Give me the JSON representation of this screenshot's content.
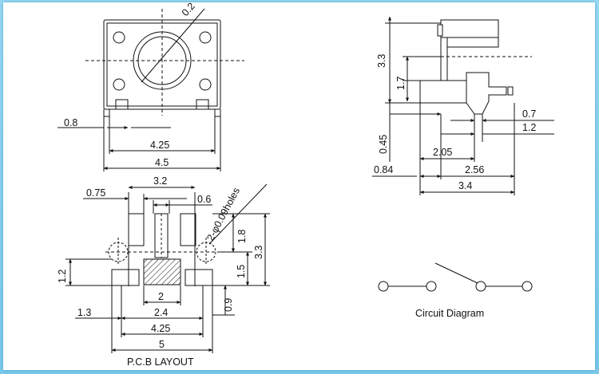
{
  "colors": {
    "frame": "#8ad0ee",
    "sheet": "#ffffff",
    "ink": "#111111"
  },
  "top_view": {
    "dims": {
      "r": "0.2",
      "pitch": "0.8",
      "lead_span": "4.25",
      "width": "4.5"
    }
  },
  "side_view": {
    "dims": {
      "height": "3.3",
      "mid": "1.7",
      "off1": "0.7",
      "off2": "1.2",
      "base": "0.45",
      "span1": "2.05",
      "left": "0.84",
      "span2": "2.56",
      "total": "3.4"
    }
  },
  "pcb_layout": {
    "title": "P.C.B LAYOUT",
    "holes": "2-φ0.09holes",
    "dims": {
      "top_span": "3.2",
      "left_pad": "0.75",
      "slot": "0.6",
      "v1": "1.8",
      "v2": "3.3",
      "v3": "1.5",
      "h_left": "1.2",
      "center": "2",
      "h1": "1.3",
      "w24": "2.4",
      "w425": "4.25",
      "w5": "5",
      "v09": "0.9"
    }
  },
  "circuit": {
    "caption": "Circuit Diagram"
  }
}
